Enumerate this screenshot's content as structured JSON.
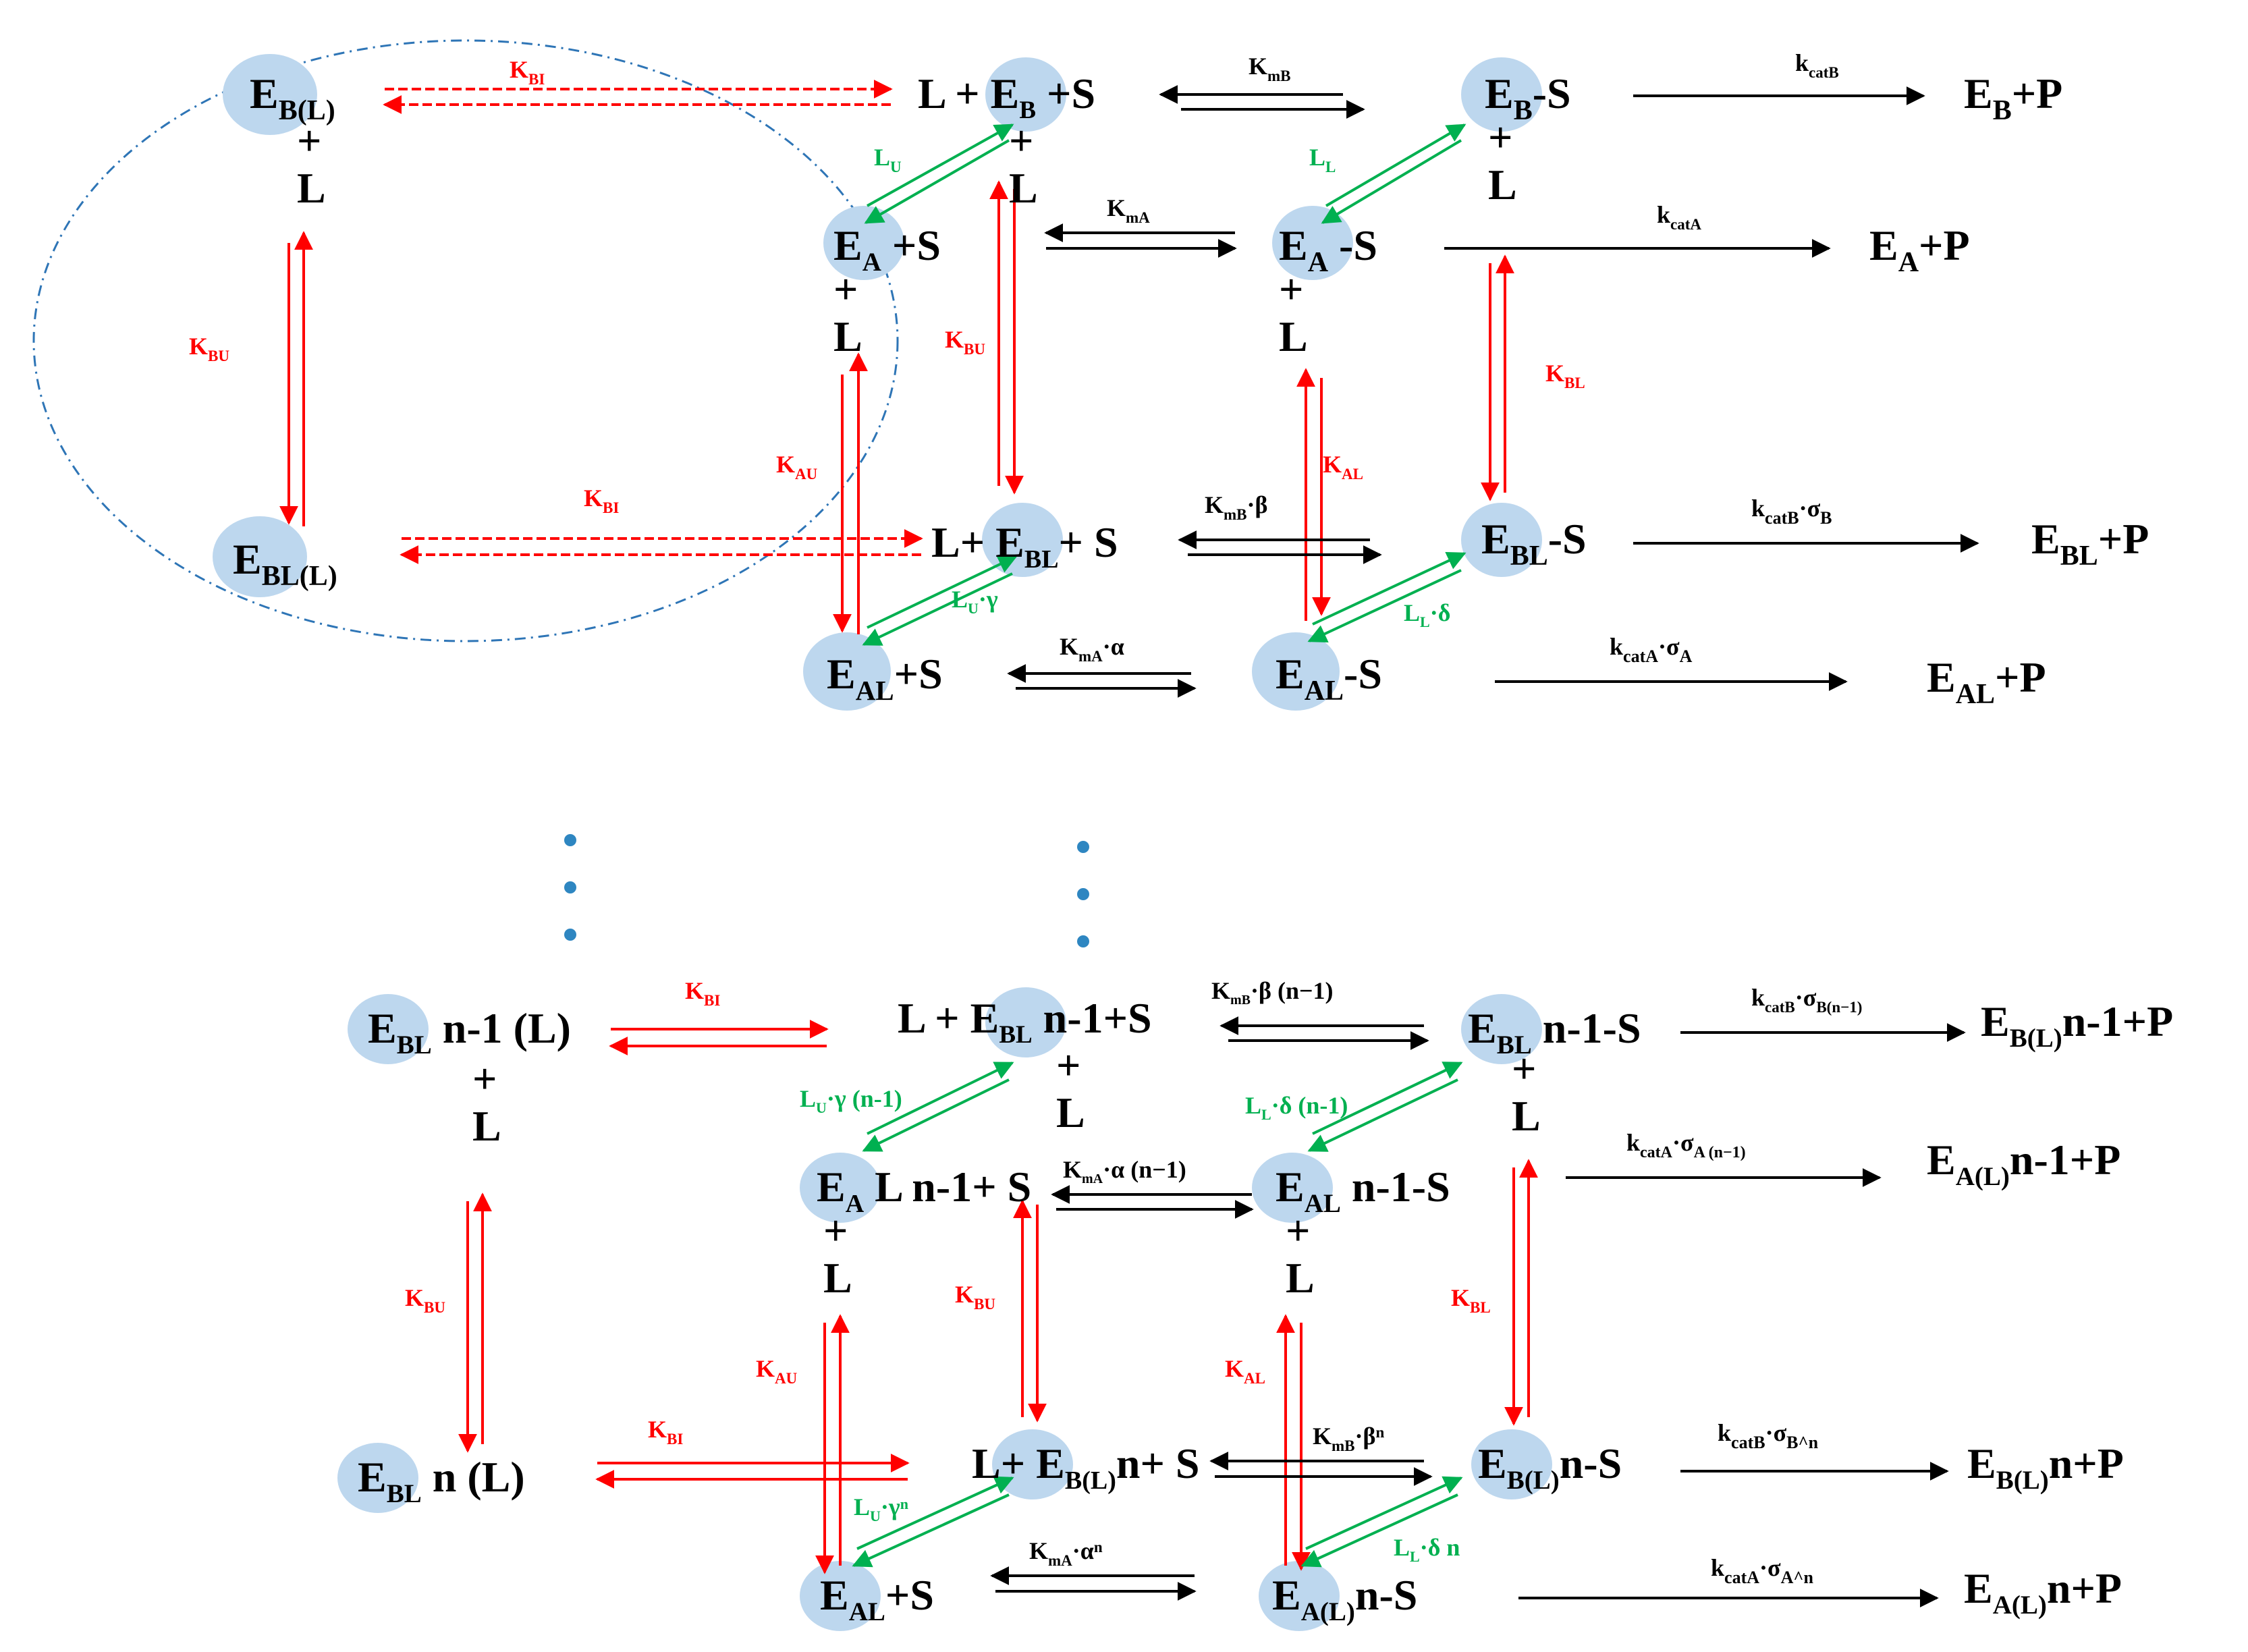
{
  "colors": {
    "highlight": "#bdd7ee",
    "red_constant": "#ff0000",
    "green_constant": "#00b050",
    "black_constant": "#000000",
    "substrate_blue": "#1f3a5f",
    "dashed_region": "#2e75b6",
    "dots": "#2e86c1"
  },
  "plus": "+",
  "ligand": "L",
  "top": {
    "species": {
      "eb_l_free": "E_B(L)",
      "l_eb_s": "L + E_B +S",
      "eb_s": "E_B-S",
      "eb_p": "E_B+P",
      "ea_s_free": "E_A +S",
      "ea_s": "E_A -S",
      "ea_p": "E_A+P",
      "ebl_l_free": "E_BL(L)",
      "l_ebl_s": "L+ E_BL+ S",
      "ebl_s": "E_BL-S",
      "ebl_p": "E_BL+P",
      "eal_s_free": "E_AL+S",
      "eal_s": "E_AL-S",
      "eal_p": "E_AL+P"
    },
    "constants": {
      "kbi_top": "K_BI",
      "kbi_bottom": "K_BI",
      "kmb": "K_mB",
      "kcatb": "k_catB",
      "kma": "K_mA",
      "kcata": "k_catA",
      "kbu_left": "K_BU",
      "kbu_mid": "K_BU",
      "kau": "K_AU",
      "kal": "K_AL",
      "kbl": "K_BL",
      "lu": "L_U",
      "ll": "L_L",
      "lu_gamma": "L_U·γ",
      "ll_delta": "L_L·δ",
      "kmb_beta": "K_mB·β",
      "kma_alpha": "K_mA·α",
      "kcatb_sigma": "k_catB·σ_B",
      "kcata_sigma": "k_catA·σ_A"
    }
  },
  "bottom": {
    "species": {
      "ebln1_l": "E_BL n-1 (L)",
      "l_ebln1_s": "L + E_BL n-1+S",
      "ebln1_s": "E_BL n-1-S",
      "ebln1_p": "E_B(L)n-1+P",
      "ealn1_s_free": "E_A L n-1+ S",
      "ealn1_s": "E_AL n-1-S",
      "ealn1_p": "E_A(L)n-1+P",
      "ebln_l": "E_BL n (L)",
      "l_ebln_s": "L+ E_B(L)n+ S",
      "ebln_s": "E_B(L)n-S",
      "ebln_p": "E_B(L)n+P",
      "eal_s_free": "E_AL+S",
      "ealn_s": "E_A(L)n-S",
      "ealn_p": "E_A(L)n+P"
    },
    "constants": {
      "kbi_top": "K_BI",
      "kbi_bottom": "K_BI",
      "kmb_beta": "K_mB·β (n−1)",
      "kcatb_sigma": "k_catB·σ_B(n−1)",
      "lu_gamma": "L_U·γ (n-1)",
      "ll_delta": "L_L·δ (n-1)",
      "kma_alpha": "K_mA·α (n−1)",
      "kcata_sigma": "k_catA·σ_A (n−1)",
      "kbu_left": "K_BU",
      "kbu_mid": "K_BU",
      "kau": "K_AU",
      "kal": "K_AL",
      "kbl": "K_BL",
      "kmb_beta_n": "K_mB·β^n",
      "kcatb_sigma_n": "k_catB·σ_B^n",
      "lu_gamma_n": "L_U·γ^n",
      "ll_delta_n": "L_L·δ n",
      "kma_alpha_n": "K_mA·α^n",
      "kcata_sigma_n": "k_catA·σ_A^n"
    }
  }
}
